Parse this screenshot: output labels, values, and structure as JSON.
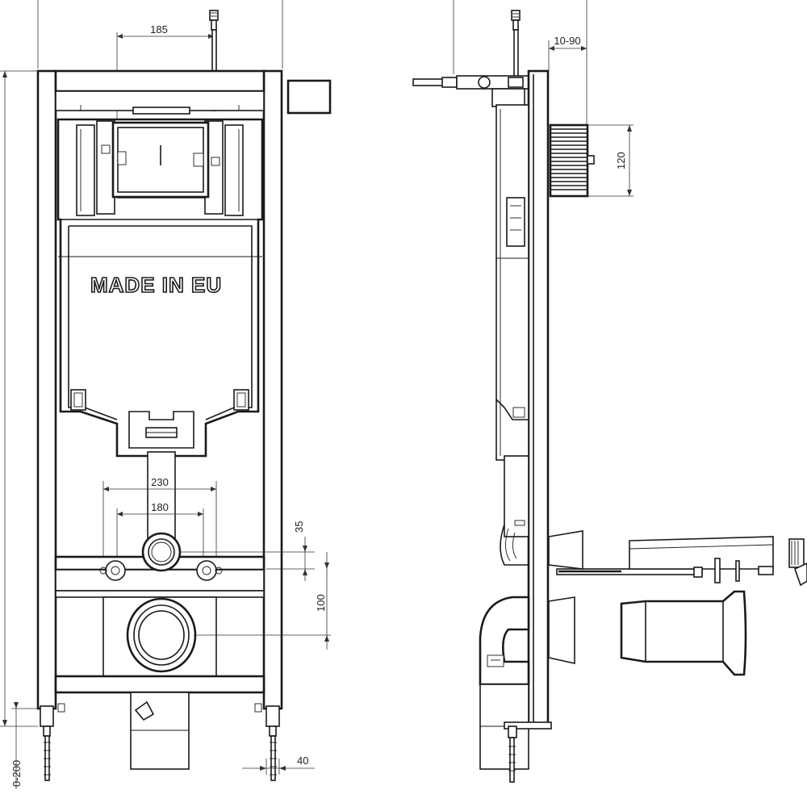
{
  "frame_label": "MADE IN EU",
  "dimensions": {
    "top_inlet_offset": "185",
    "wall_distance": "10-90",
    "flush_plate_height": "120",
    "outer_spacing": "230",
    "inner_spacing": "180",
    "pipe_offset": "35",
    "drain_offset": "100",
    "foot_adjust": "0-200",
    "foot_width": "40"
  }
}
